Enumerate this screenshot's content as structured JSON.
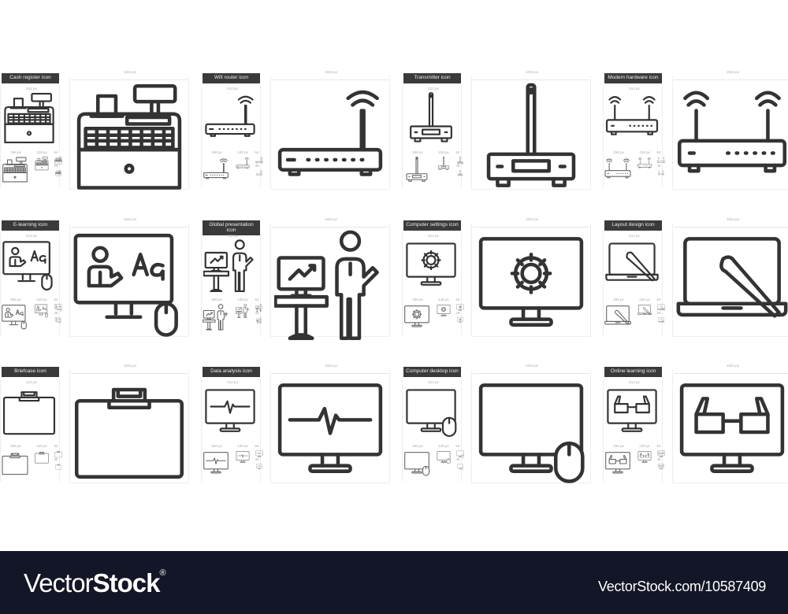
{
  "size_labels": {
    "s1024": "1024 px",
    "s512": "512 px",
    "s256": "256 px",
    "s128": "128 px",
    "s64": "64",
    "s48": "48"
  },
  "icons": [
    {
      "label": "Cash register icon",
      "symbol": "cash-register"
    },
    {
      "label": "Wifi router icon",
      "symbol": "wifi-router"
    },
    {
      "label": "Transmitter icon",
      "symbol": "transmitter"
    },
    {
      "label": "Modem hardware icon",
      "symbol": "modem"
    },
    {
      "label": "E-learning icon",
      "symbol": "e-learning"
    },
    {
      "label": "Global presentation icon",
      "symbol": "presentation"
    },
    {
      "label": "Computer settings icon",
      "symbol": "computer-settings"
    },
    {
      "label": "Layout design icon",
      "symbol": "layout-design"
    },
    {
      "label": "Briefcase icon",
      "symbol": "briefcase"
    },
    {
      "label": "Data analysis icon",
      "symbol": "data-analysis"
    },
    {
      "label": "Computer desktop icon",
      "symbol": "computer-desktop"
    },
    {
      "label": "Online learning icon",
      "symbol": "online-learning"
    }
  ],
  "footer": {
    "brand_light": "Vector",
    "brand_bold": "Stock",
    "registered": "®",
    "url": "VectorStock.com/10587409",
    "background": "#131626"
  }
}
